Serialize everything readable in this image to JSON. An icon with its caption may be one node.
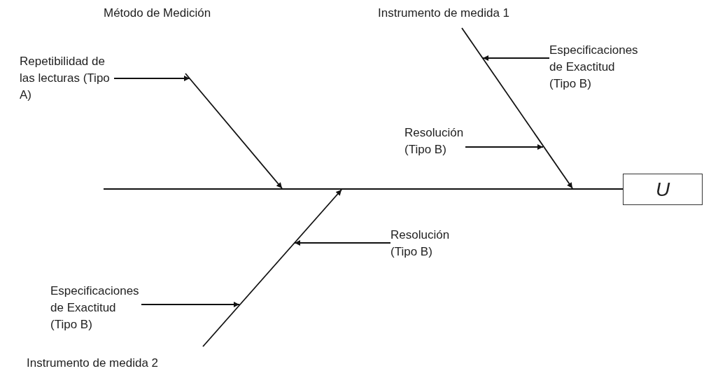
{
  "diagram": {
    "nodes": [
      {
        "text": [],
        "shape": "bar"
      },
      {
        "text": [
          "U"
        ]
      },
      {
        "text": [
          "Repetibilidad de las lecturas (Tipo A)"
        ]
      },
      {
        "text": [
          "Especificaciones de Exactitud (Tipo B)"
        ]
      },
      {
        "text": [
          "Resolución (Tipo B)"
        ]
      },
      {
        "text": [
          "Resolución (Tipo B)"
        ]
      },
      {
        "text": [
          "Especificaciones de Exactitud (Tipo B)"
        ]
      }
    ],
    "edges": [
      {
        "from": null,
        "to": 0,
        "arrow": "to"
      },
      {
        "from": null,
        "to": 0,
        "arrow": "to"
      },
      {
        "from": null,
        "to": 0,
        "arrow": "to"
      },
      {
        "from": 2,
        "to": null,
        "arrow": "to"
      },
      {
        "from": 3,
        "to": null,
        "arrow": "to"
      },
      {
        "from": 4,
        "to": null,
        "arrow": "to"
      },
      {
        "from": 5,
        "to": null,
        "arrow": "to"
      },
      {
        "from": 6,
        "to": null,
        "arrow": "to"
      }
    ],
    "labels": [
      "Método de Medición",
      "Instrumento de medida 1",
      "Instrumento de medida 2"
    ]
  }
}
